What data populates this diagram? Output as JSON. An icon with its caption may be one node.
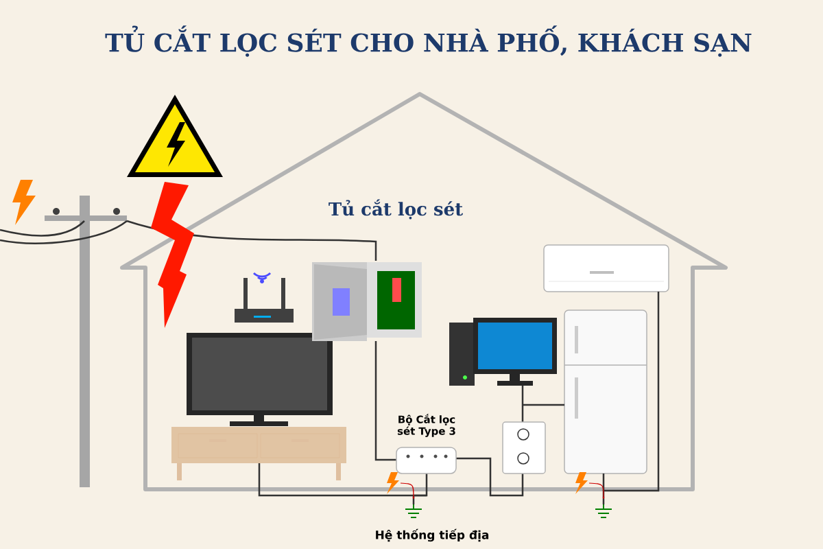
{
  "diagram": {
    "title": "TỦ CẮT LỌC SÉT CHO NHÀ PHỐ, KHÁCH SẠN",
    "labels": [
      "Tủ cắt lọc sét",
      "Bộ Cắt lọc sét Type 3",
      "Hệ thống tiếp địa"
    ]
  }
}
